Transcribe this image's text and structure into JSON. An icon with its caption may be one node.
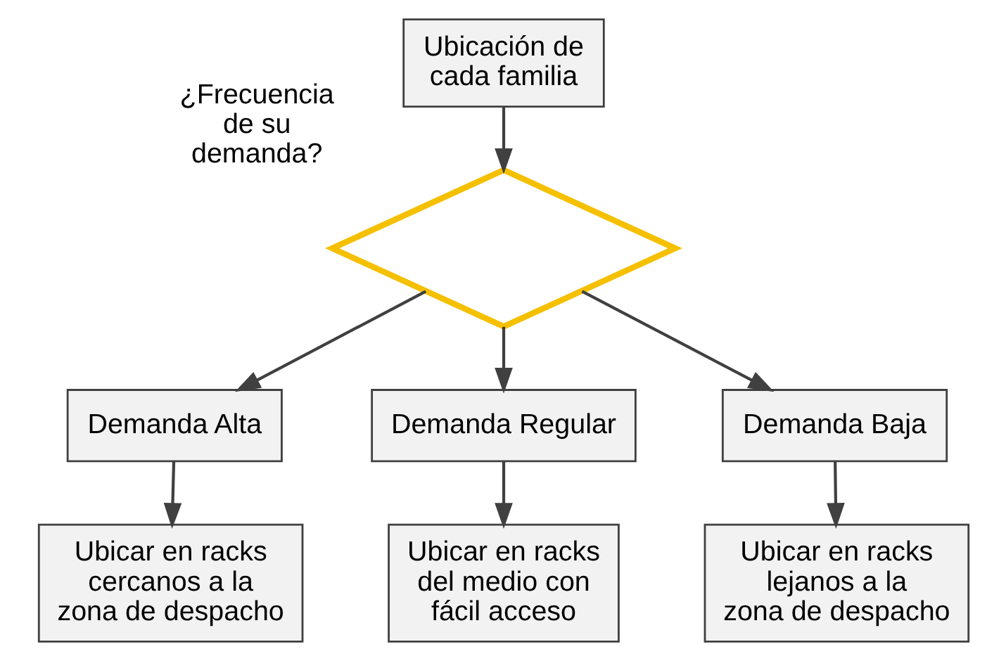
{
  "diagram": {
    "nodes": [
      {
        "text": [
          "Ubicación de cada familia"
        ]
      },
      {
        "text": [],
        "shape": "diamond",
        "beside": [
          "¿Frecuencia de su demanda?"
        ]
      },
      {
        "text": [
          "Demanda Alta"
        ]
      },
      {
        "text": [
          "Demanda Regular"
        ]
      },
      {
        "text": [
          "Demanda Baja"
        ]
      },
      {
        "text": [
          "Ubicar en racks cercanos a la zona de despacho"
        ]
      },
      {
        "text": [
          "Ubicar en racks del medio con fácil acceso"
        ]
      },
      {
        "text": [
          "Ubicar en racks lejanos a la zona de despacho"
        ]
      }
    ],
    "edges": [
      {
        "from": 0,
        "to": 1,
        "arrow": "to"
      },
      {
        "from": 1,
        "to": 2,
        "arrow": "to"
      },
      {
        "from": 1,
        "to": 3,
        "arrow": "to"
      },
      {
        "from": 1,
        "to": 4,
        "arrow": "to"
      },
      {
        "from": 2,
        "to": 5,
        "arrow": "to"
      },
      {
        "from": 3,
        "to": 6,
        "arrow": "to"
      },
      {
        "from": 4,
        "to": 7,
        "arrow": "to"
      }
    ]
  }
}
